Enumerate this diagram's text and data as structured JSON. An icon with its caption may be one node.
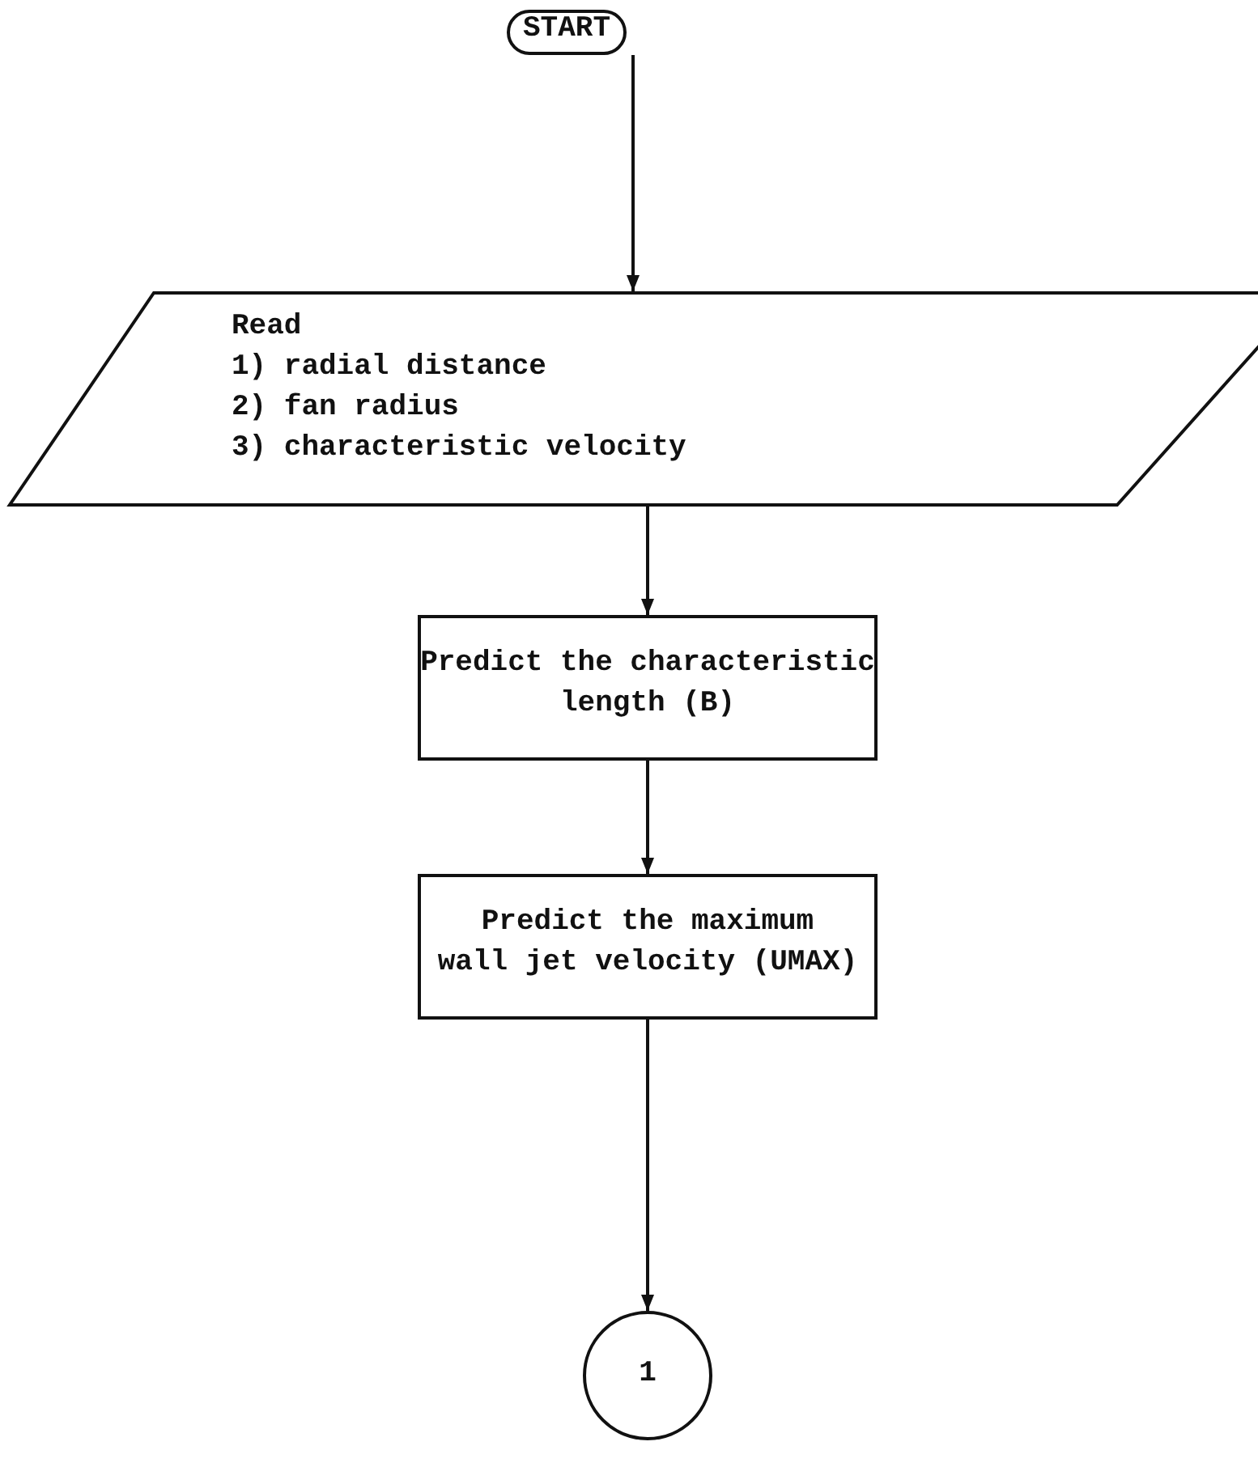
{
  "diagram": {
    "nodes": [
      {
        "text": [
          "START"
        ]
      },
      {
        "text": [
          "Read",
          "1) radial distance",
          "2) fan radius",
          "3) characteristic velocity"
        ]
      },
      {
        "text": [
          "Predict the characteristic length (B)"
        ]
      },
      {
        "text": [
          "Predict the maximum wall jet velocity (UMAX)"
        ]
      },
      {
        "text": [
          "1"
        ]
      }
    ],
    "edges": [
      {
        "from": 0,
        "to": 1,
        "arrow": "to"
      },
      {
        "from": 1,
        "to": 2,
        "arrow": "to"
      },
      {
        "from": 2,
        "to": 3,
        "arrow": "to"
      },
      {
        "from": 3,
        "to": 4,
        "arrow": "to"
      }
    ]
  }
}
